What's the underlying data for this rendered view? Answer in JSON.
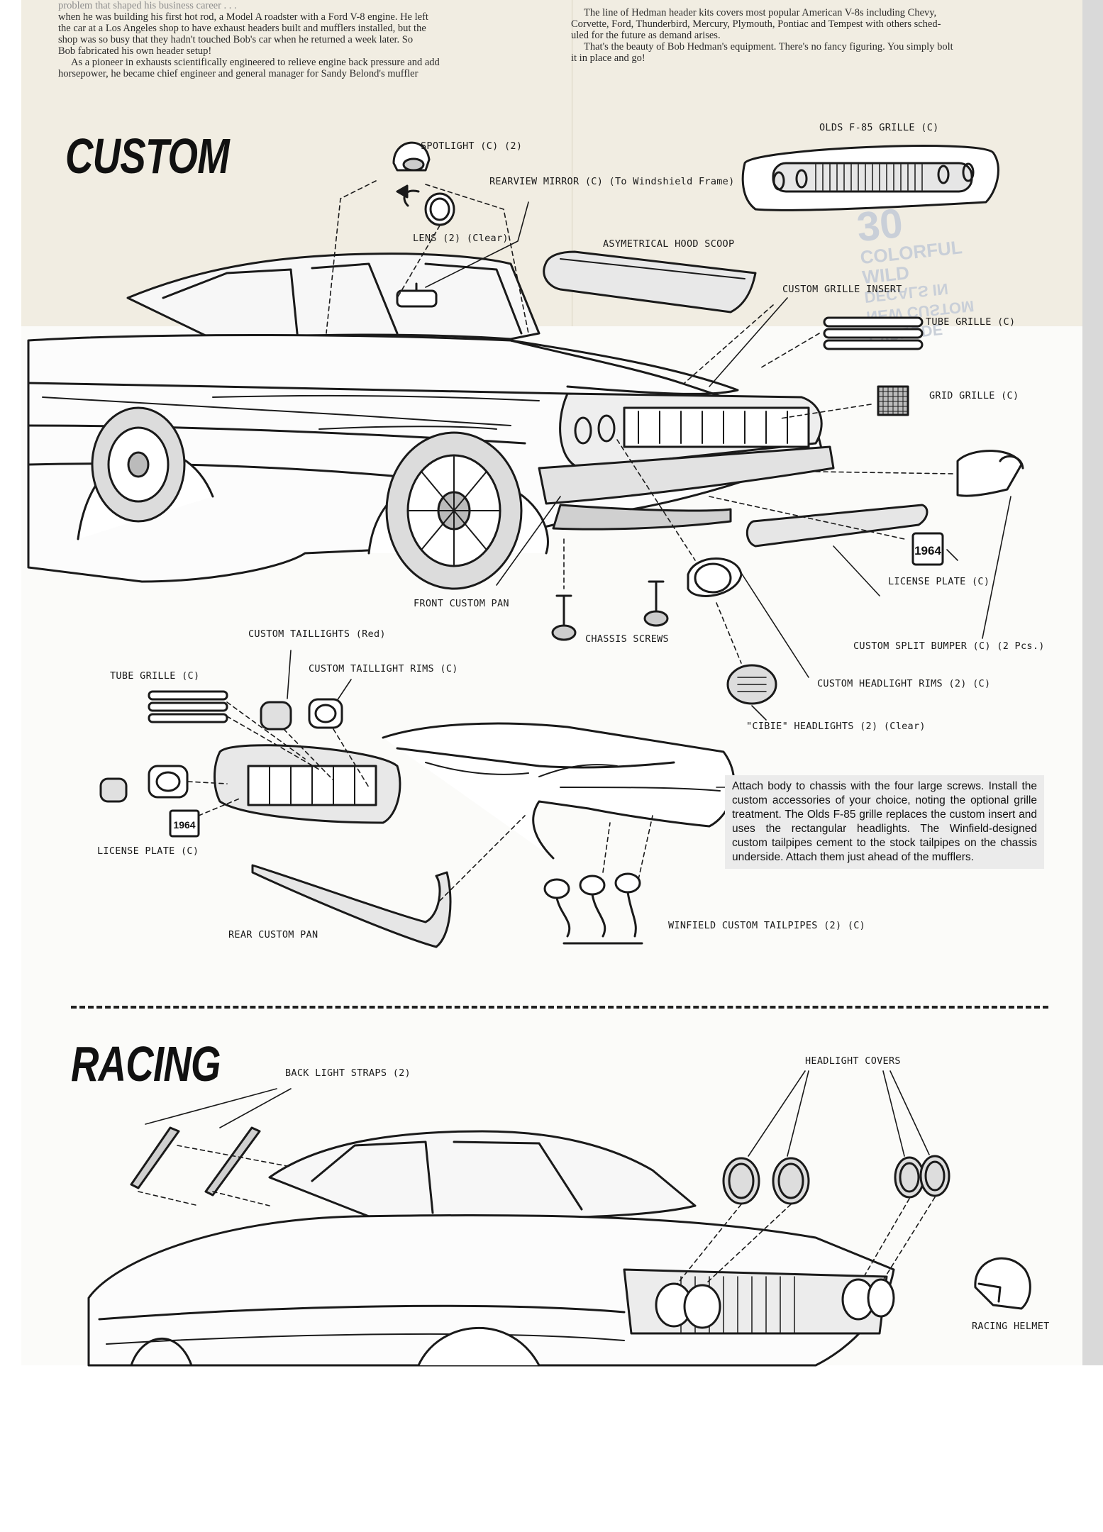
{
  "intro": {
    "left_lines": [
      "problem that shaped his business career . . .",
      "when he was building his first hot rod, a Model A roadster with a Ford V-8 engine. He left",
      "the car at a Los Angeles shop to have exhaust headers built and mufflers installed, but the",
      "shop was so busy that they hadn't touched Bob's car when he returned a week later. So",
      "Bob fabricated his own header setup!",
      "As a pioneer in exhausts scientifically engineered to relieve engine back pressure and add",
      "horsepower, he became chief engineer and general manager for Sandy Belond's muffler"
    ],
    "right_lines": [
      "The line of Hedman header kits covers most popular American V-8s including Chevy,",
      "Corvette, Ford, Thunderbird, Mercury, Plymouth, Pontiac and Tempest with others sched-",
      "uled for the future as demand arises.",
      "That's the beauty of Bob Hedman's equipment. There's no fancy figuring. You simply bolt",
      "it in place and go!"
    ]
  },
  "custom": {
    "title": "CUSTOM",
    "labels": {
      "spotlight": "SPOTLIGHT (C) (2)",
      "rearview_mirror": "REARVIEW MIRROR (C) (To Windshield Frame)",
      "lens": "LENS (2) (Clear)",
      "olds_grille": "OLDS F-85 GRILLE (C)",
      "hood_scoop": "ASYMETRICAL HOOD SCOOP",
      "grille_insert": "CUSTOM GRILLE INSERT",
      "tube_grille_front": "TUBE GRILLE (C)",
      "grid_grille": "GRID GRILLE (C)",
      "license_plate_front": "LICENSE PLATE (C)",
      "front_pan": "FRONT CUSTOM PAN",
      "chassis_screws": "CHASSIS SCREWS",
      "split_bumper": "CUSTOM SPLIT BUMPER (C) (2 Pcs.)",
      "headlight_rims": "CUSTOM HEADLIGHT RIMS (2) (C)",
      "cibie_headlights": "\"CIBIE\" HEADLIGHTS (2) (Clear)",
      "taillights": "CUSTOM TAILLIGHTS (Red)",
      "taillight_rims": "CUSTOM TAILLIGHT RIMS (C)",
      "tube_grille_rear": "TUBE GRILLE (C)",
      "license_plate_rear": "LICENSE PLATE (C)",
      "rear_pan": "REAR CUSTOM PAN",
      "tailpipes": "WINFIELD CUSTOM TAILPIPES (2) (C)"
    },
    "plate_text": "1964",
    "instructions": "Attach body to chassis with the four large screws. Install the custom accessories of your choice, noting the optional grille treatment. The Olds F-85 grille replaces the custom insert and uses the rectangular headlights. The Winfield-designed custom tailpipes cement to the stock tailpipes on the chassis underside. Attach them just ahead of the mufflers."
  },
  "racing": {
    "title": "RACING",
    "labels": {
      "back_light_straps": "BACK LIGHT STRAPS (2)",
      "headlight_covers": "HEADLIGHT COVERS",
      "racing_helmet": "RACING HELMET"
    }
  },
  "background_text": {
    "poster_lines": [
      "30",
      "COLORFUL",
      "WILD",
      "DECALS IN",
      "NEW CUSTOM",
      "EXPLODE"
    ]
  }
}
